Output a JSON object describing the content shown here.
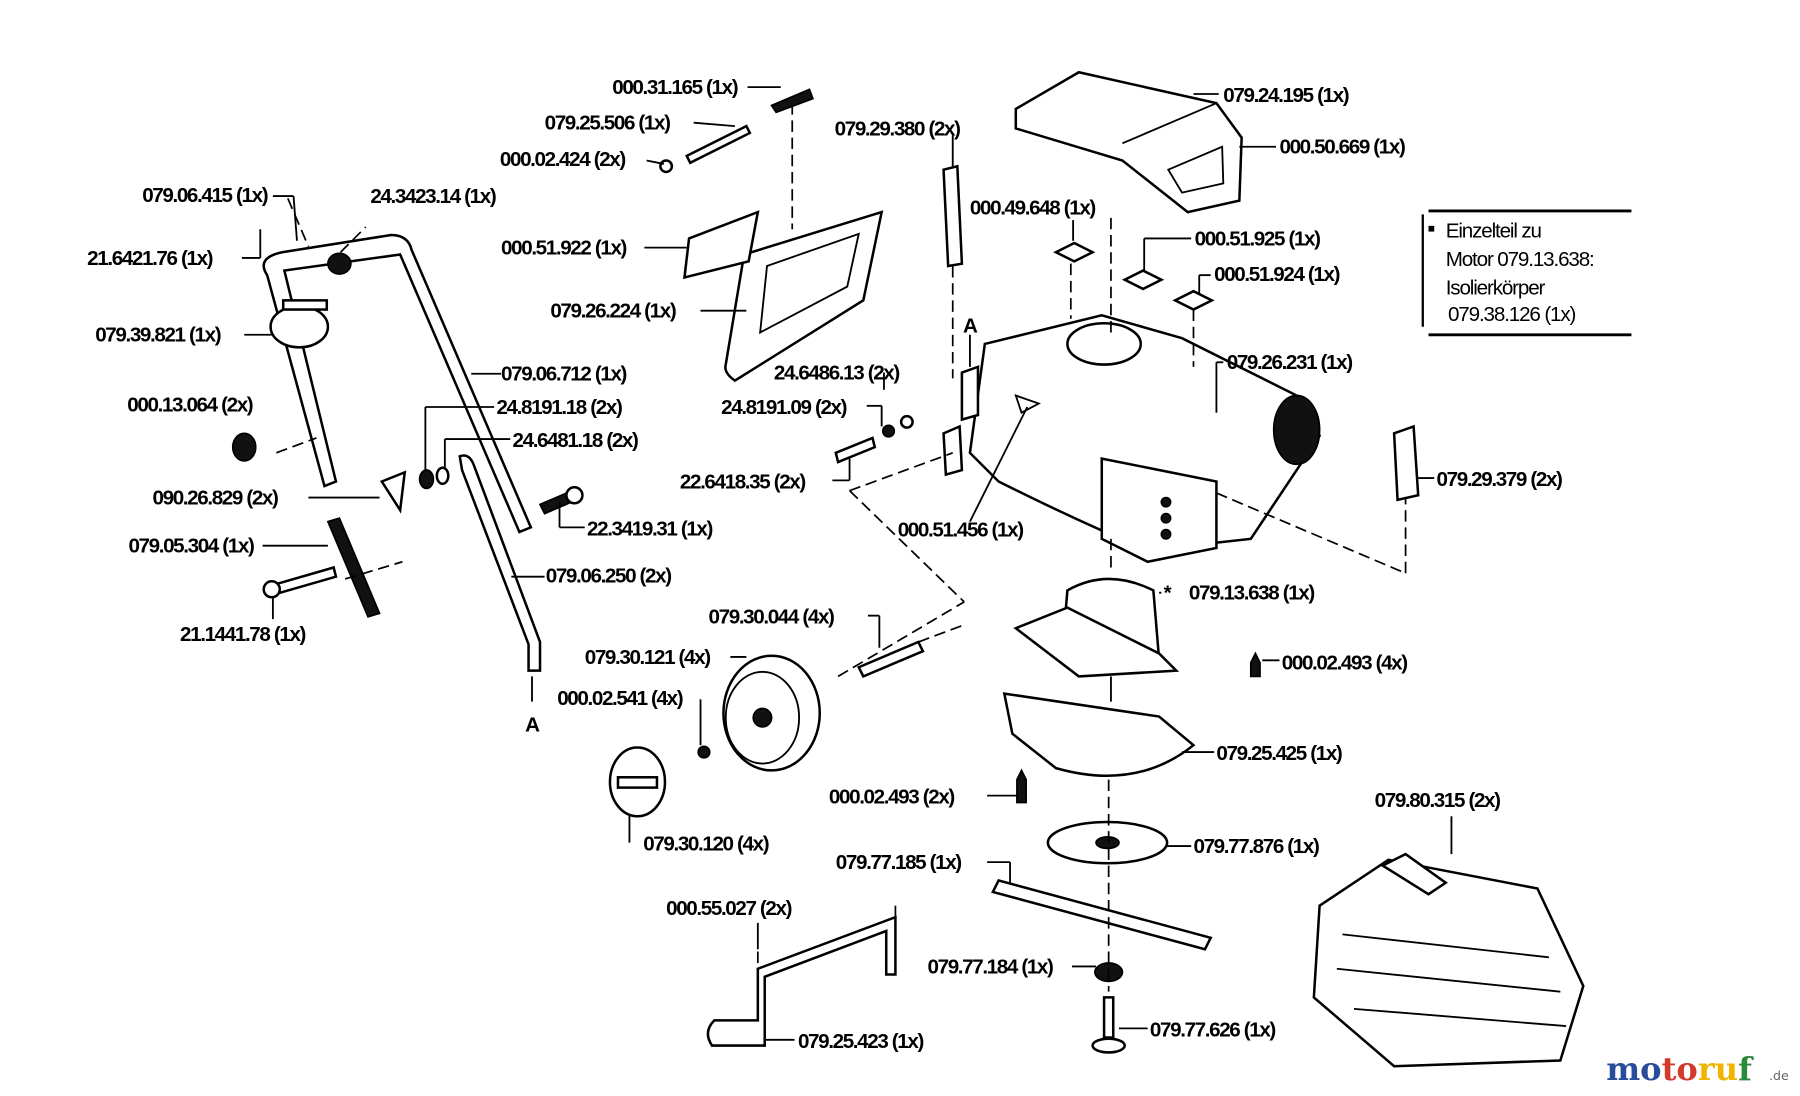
{
  "labels": {
    "p000_31_165": "000.31.165 (1x)",
    "p079_25_506": "079.25.506 (1x)",
    "p000_02_424": "000.02.424 (2x)",
    "p079_06_415": "079.06.415 (1x)",
    "p24_3423_14": "24.3423.14 (1x)",
    "p21_6421_76": "21.6421.76 (1x)",
    "p000_51_922": "000.51.922 (1x)",
    "p079_26_224": "079.26.224 (1x)",
    "p079_39_821": "079.39.821 (1x)",
    "p079_06_712": "079.06.712 (1x)",
    "p000_13_064": "000.13.064 (2x)",
    "p24_8191_18": "24.8191.18 (2x)",
    "p24_6481_18": "24.6481.18 (2x)",
    "p090_26_829": "090.26.829 (2x)",
    "p22_3419_31": "22.3419.31 (1x)",
    "p079_05_304": "079.05.304 (1x)",
    "p079_06_250": "079.06.250 (2x)",
    "p21_1441_78": "21.1441.78 (1x)",
    "p079_29_380": "079.29.380 (2x)",
    "p000_49_648": "000.49.648 (1x)",
    "p079_24_195": "079.24.195 (1x)",
    "p000_50_669": "000.50.669 (1x)",
    "p000_51_925": "000.51.925 (1x)",
    "p000_51_924": "000.51.924 (1x)",
    "p079_26_231": "079.26.231 (1x)",
    "p24_6486_13": "24.6486.13 (2x)",
    "p24_8191_09": "24.8191.09 (2x)",
    "p22_6418_35": "22.6418.35 (2x)",
    "p000_51_456": "000.51.456 (1x)",
    "p079_29_379": "079.29.379 (2x)",
    "p079_13_638": "079.13.638 (1x)",
    "p079_30_044": "079.30.044 (4x)",
    "p079_30_121": "079.30.121 (4x)",
    "p000_02_493_4x": "000.02.493 (4x)",
    "p000_02_541": "000.02.541 (4x)",
    "p079_25_425": "079.25.425 (1x)",
    "p000_02_493_2x": "000.02.493 (2x)",
    "p079_80_315": "079.80.315 (2x)",
    "p079_30_120": "079.30.120 (4x)",
    "p079_77_876": "079.77.876 (1x)",
    "p079_77_185": "079.77.185 (1x)",
    "p000_55_027": "000.55.027 (2x)",
    "p079_77_184": "079.77.184 (1x)",
    "p079_77_626": "079.77.626 (1x)",
    "p079_25_423": "079.25.423 (1x)"
  },
  "markers": {
    "a_top": "A",
    "a_bottom": "A",
    "asterisk": "*"
  },
  "note": {
    "line1": "Einzelteil  zu",
    "line2": "Motor 079.13.638:",
    "line3": "Isolierkörper",
    "line4": "079.38.126 (1x)"
  },
  "watermark": {
    "brand": "motoruf",
    "tld": ".de",
    "colors": [
      "#2a4d9b",
      "#d43a2a",
      "#f0b400",
      "#2a8a3a"
    ]
  }
}
